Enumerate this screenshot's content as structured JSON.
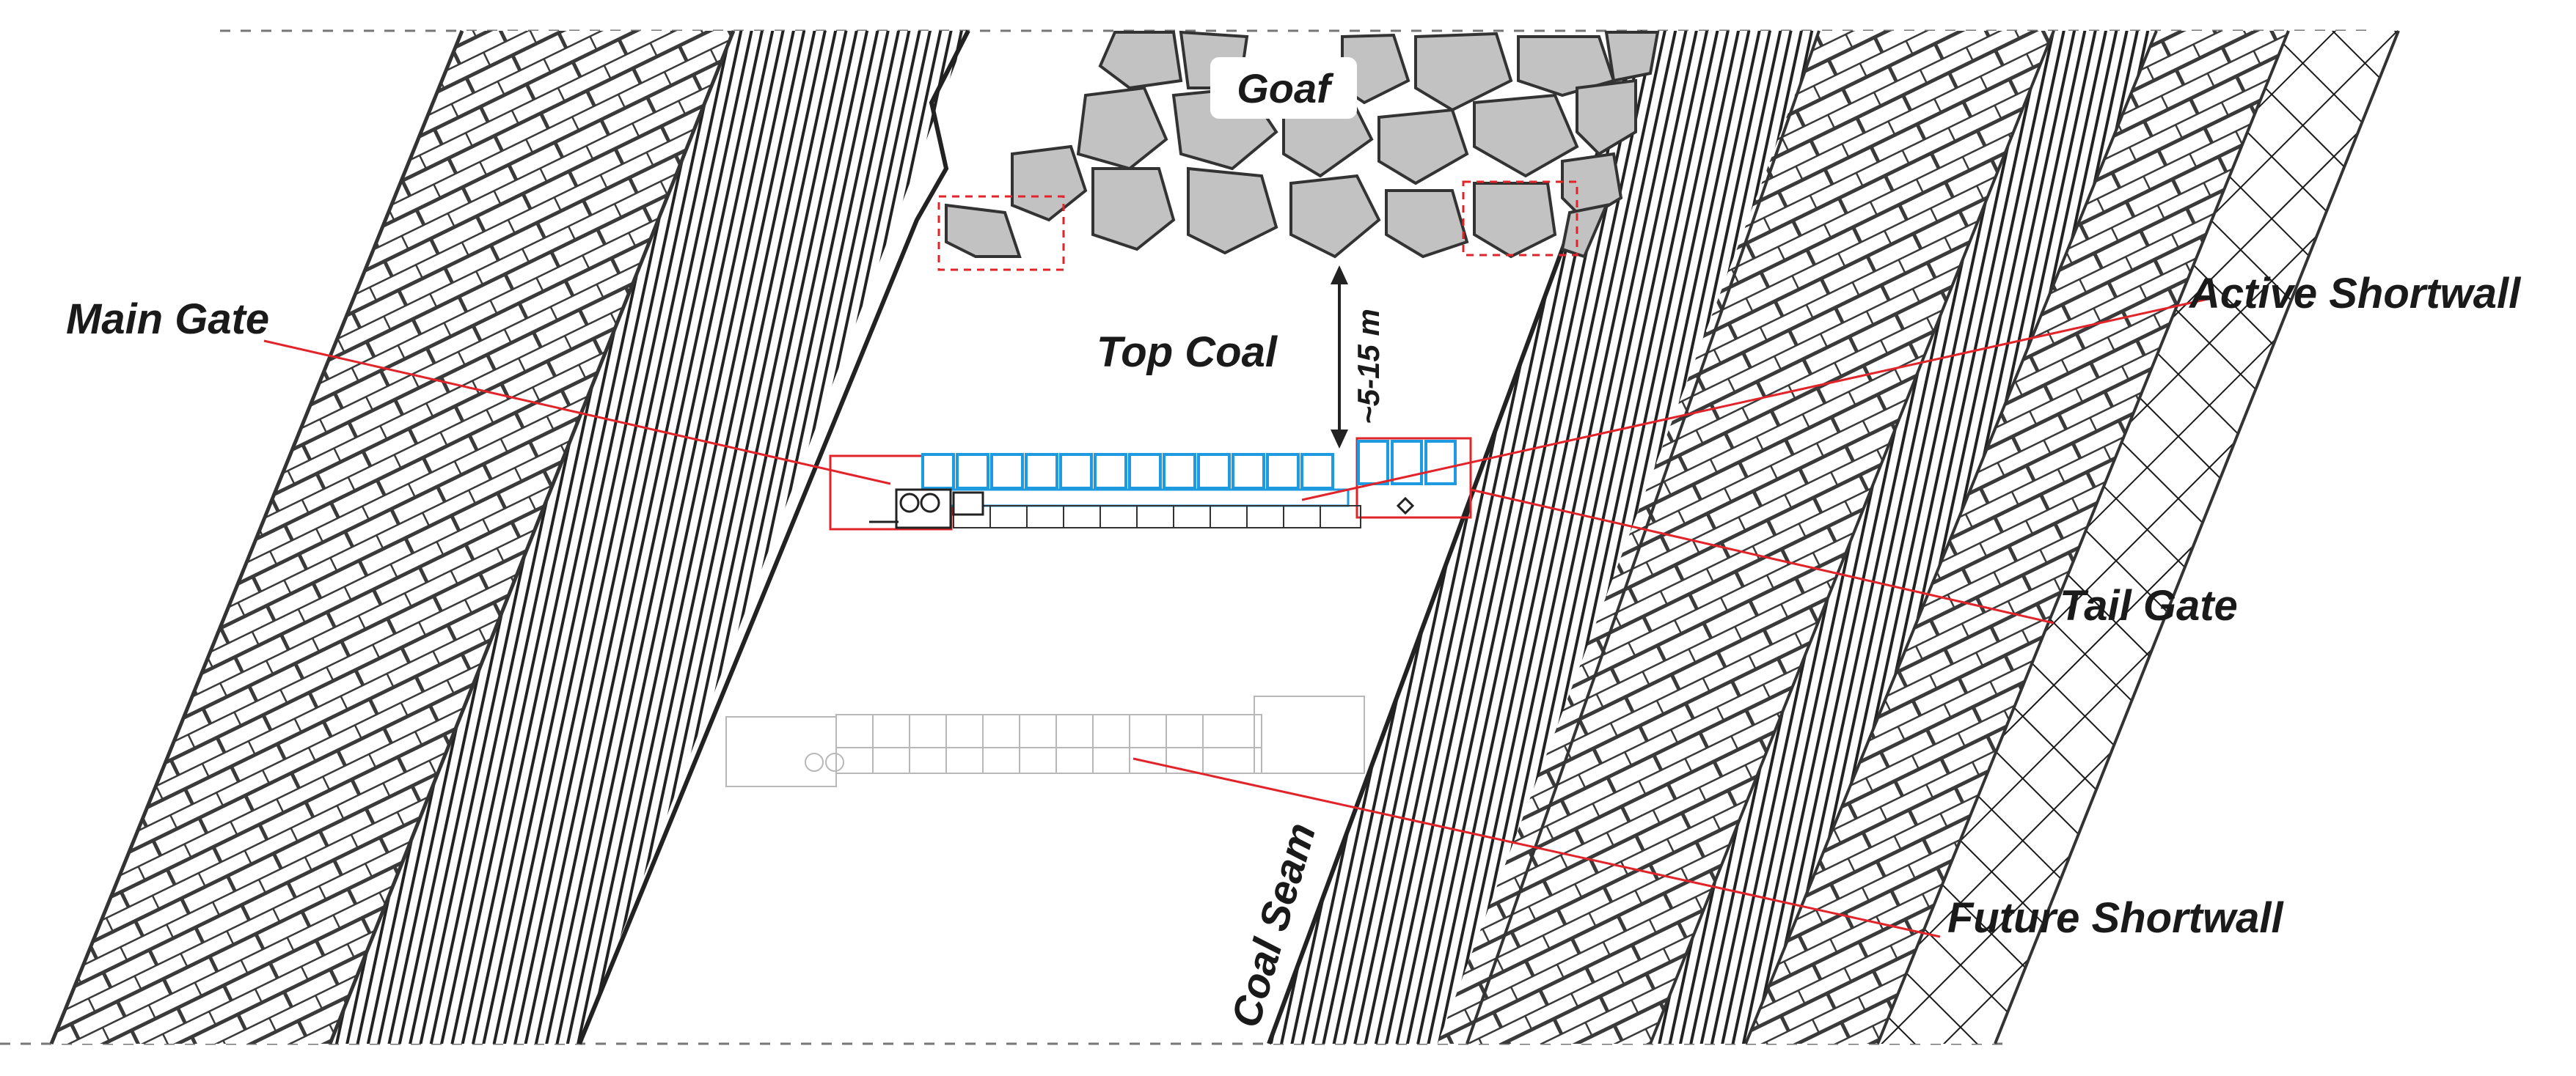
{
  "labels": {
    "goaf": "Goaf",
    "main_gate": "Main Gate",
    "top_coal": "Top Coal",
    "thickness": "~5-15 m",
    "active_shortwall": "Active Shortwall",
    "tail_gate": "Tail Gate",
    "future_shortwall": "Future Shortwall",
    "coal_seam": "Coal Seam"
  },
  "colors": {
    "leader_line": "#e0242a",
    "support_blue": "#1e9be0",
    "strata_line": "#333333",
    "goaf_rock": "#c2c2c2",
    "future_equipment": "#b8b8b8"
  }
}
